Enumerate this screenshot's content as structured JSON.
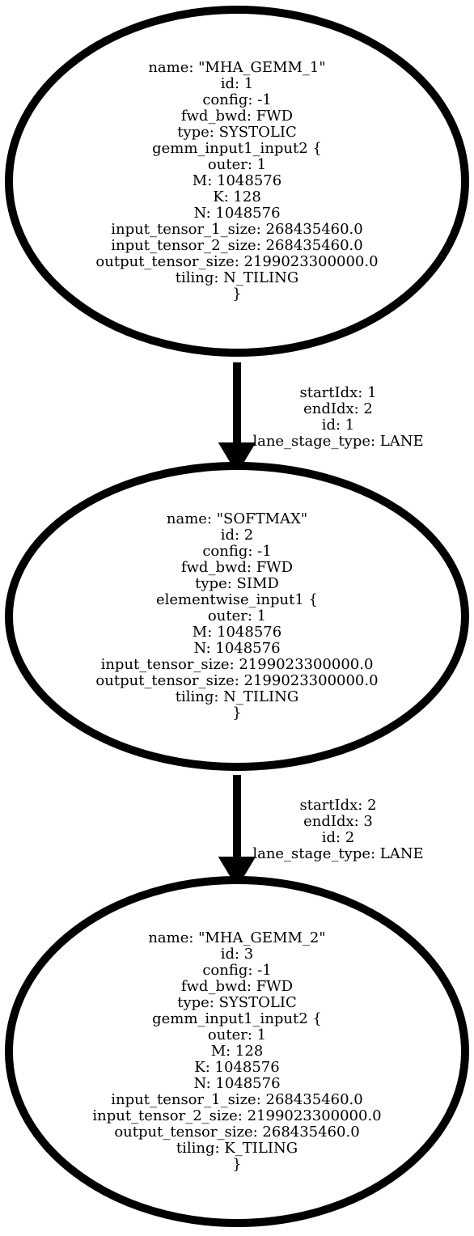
{
  "nodes": [
    {
      "lines": [
        "name: \"MHA_GEMM_1\"",
        "id: 1",
        "config: -1",
        "fwd_bwd: FWD",
        "type: SYSTOLIC",
        "gemm_input1_input2 {",
        "outer: 1",
        "M: 1048576",
        "K: 128",
        "N: 1048576",
        "input_tensor_1_size: 268435460.0",
        "input_tensor_2_size: 268435460.0",
        "output_tensor_size: 2199023300000.0",
        "tiling: N_TILING",
        "}"
      ]
    },
    {
      "lines": [
        "name: \"SOFTMAX\"",
        "id: 2",
        "config: -1",
        "fwd_bwd: FWD",
        "type: SIMD",
        "elementwise_input1 {",
        "outer: 1",
        "M: 1048576",
        "N: 1048576",
        "input_tensor_size: 2199023300000.0",
        "output_tensor_size: 2199023300000.0",
        "tiling: N_TILING",
        "}"
      ]
    },
    {
      "lines": [
        "name: \"MHA_GEMM_2\"",
        "id: 3",
        "config: -1",
        "fwd_bwd: FWD",
        "type: SYSTOLIC",
        "gemm_input1_input2 {",
        "outer: 1",
        "M: 128",
        "K: 1048576",
        "N: 1048576",
        "input_tensor_1_size: 268435460.0",
        "input_tensor_2_size: 2199023300000.0",
        "output_tensor_size: 268435460.0",
        "tiling: K_TILING",
        "}"
      ]
    }
  ],
  "edges": [
    {
      "from": 0,
      "to": 1,
      "lines": [
        "startIdx: 1",
        "endIdx: 2",
        "id: 1",
        "lane_stage_type: LANE"
      ]
    },
    {
      "from": 1,
      "to": 2,
      "lines": [
        "startIdx: 2",
        "endIdx: 3",
        "id: 2",
        "lane_stage_type: LANE"
      ]
    }
  ]
}
